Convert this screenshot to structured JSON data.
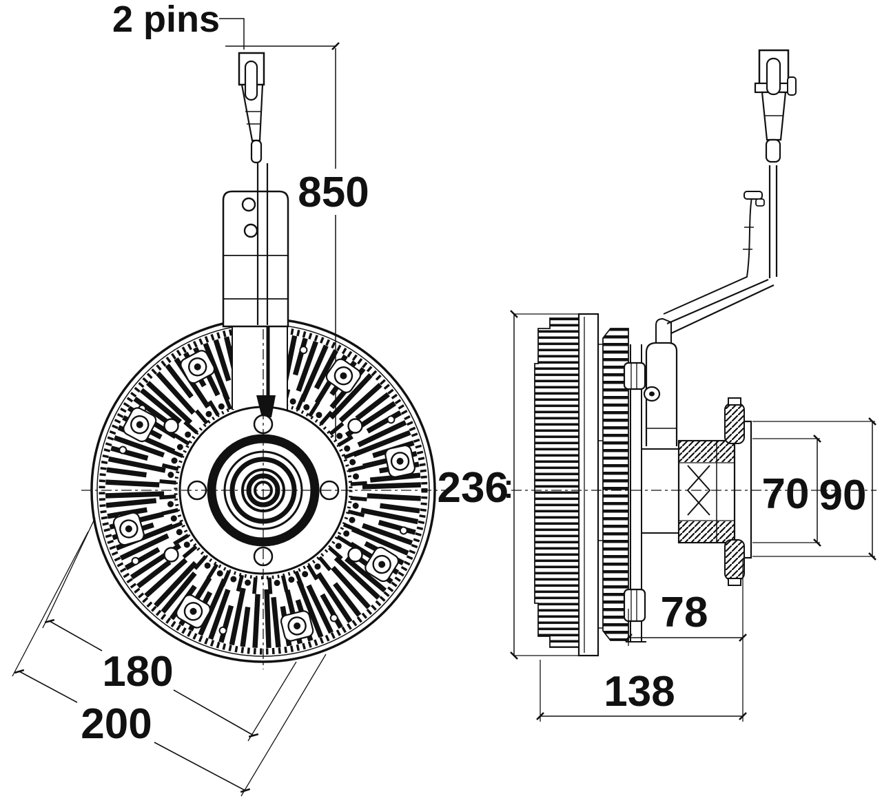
{
  "drawing": {
    "kind": "engineering-drawing",
    "ink": "#111111",
    "background": "#ffffff"
  },
  "labels": {
    "pins": "2 pins",
    "dim_cable_length": "850",
    "dim_outer_diameter": "236",
    "dim_hub_width": "70",
    "dim_flange_diameter": "90",
    "dim_rear_depth": "78",
    "dim_overall_depth": "138",
    "dim_bolt_circle_inner": "180",
    "dim_bolt_circle_outer": "200"
  }
}
